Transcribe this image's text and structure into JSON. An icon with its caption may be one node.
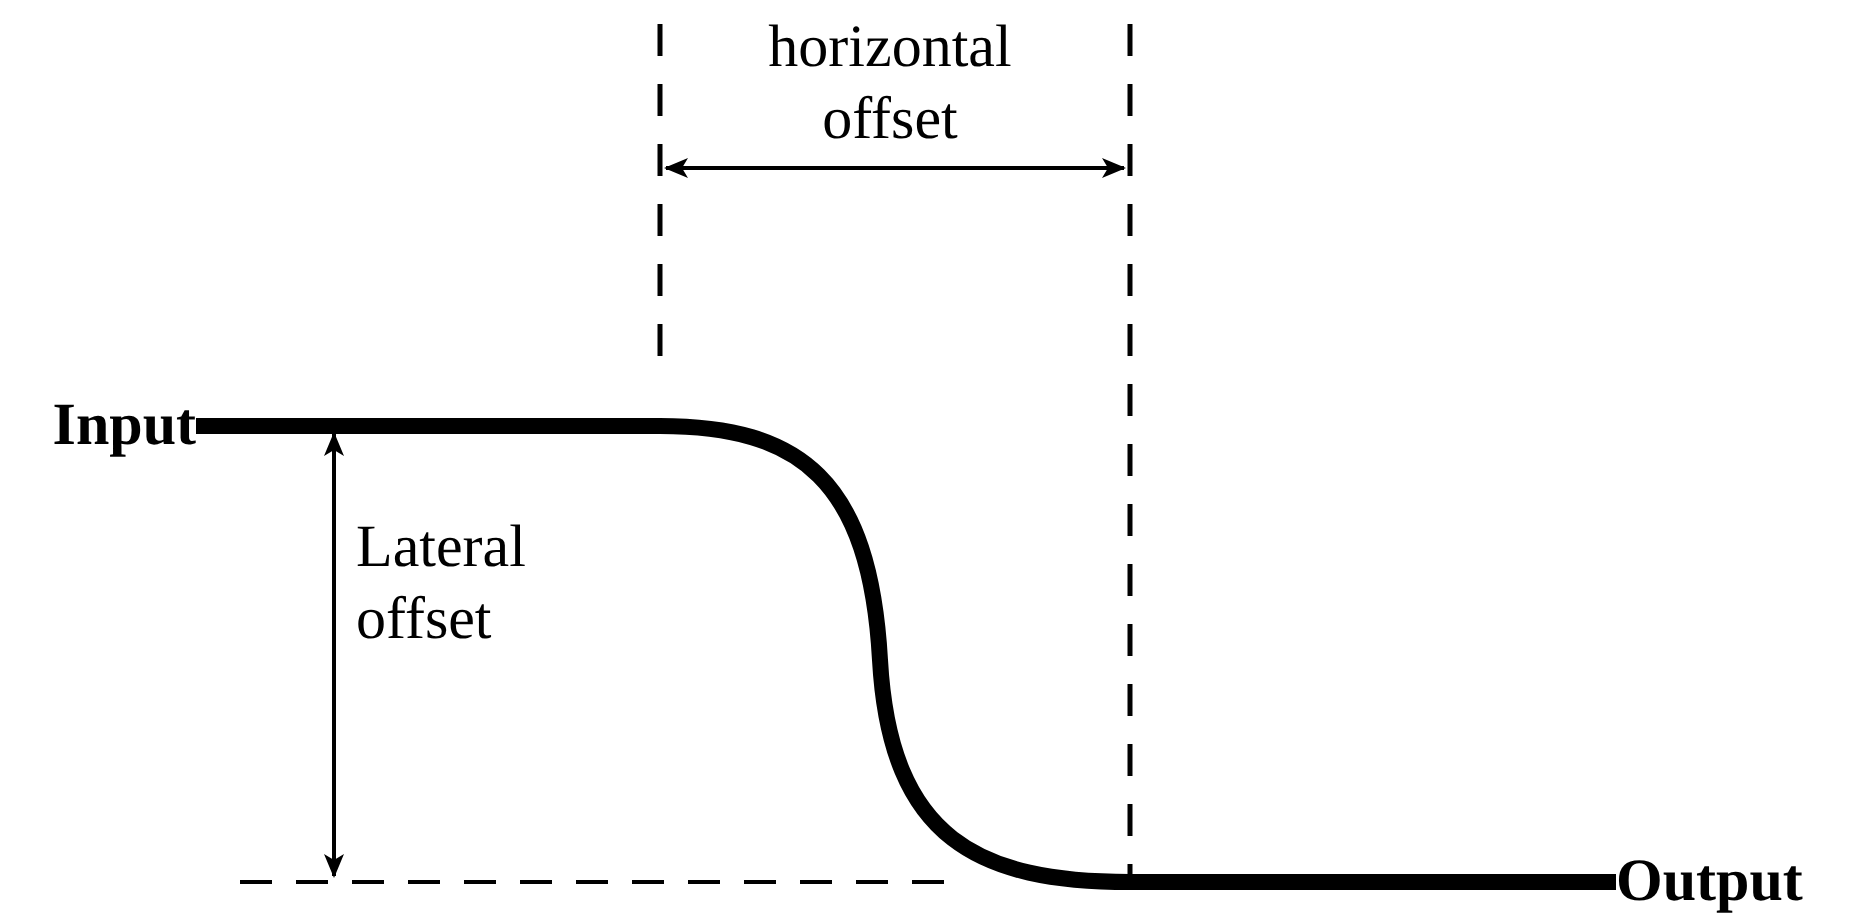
{
  "diagram": {
    "nodes": [
      {
        "text": [
          "Input"
        ]
      },
      {
        "text": [
          "Output"
        ]
      }
    ],
    "edges": [
      {
        "from": 0,
        "to": 1,
        "arrow": "none"
      }
    ],
    "labels": [
      "horizontal offset",
      "Lateral offset"
    ]
  }
}
